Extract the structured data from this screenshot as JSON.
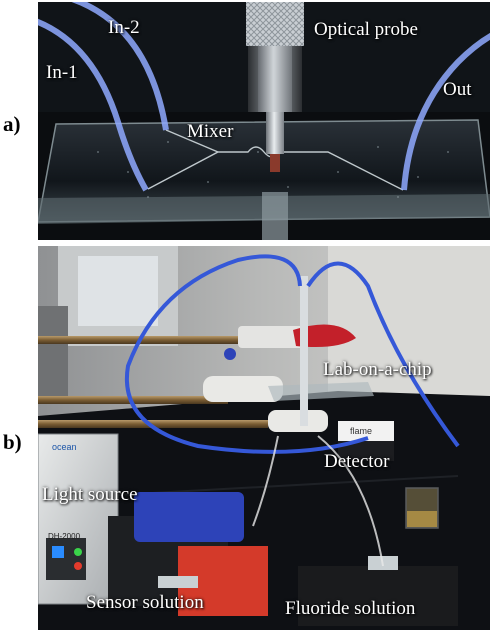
{
  "figure": {
    "panel_a": {
      "letter": "a)",
      "labels": {
        "in1": "In-1",
        "in2": "In-2",
        "probe": "Optical probe",
        "out": "Out",
        "mixer": "Mixer"
      }
    },
    "panel_b": {
      "letter": "b)",
      "labels": {
        "lab_on_chip": "Lab-on-a-chip",
        "detector": "Detector",
        "light_source": "Light source",
        "sensor_solution": "Sensor solution",
        "fluoride_solution": "Fluoride solution"
      },
      "detector_brand": "flame",
      "light_source_brand": "ocean",
      "light_source_model": "DH-2000"
    }
  },
  "colors": {
    "tubing": "#8fa9ff",
    "cable": "#3558d8",
    "background_a": "#0b0d10",
    "table": "#0e1014"
  }
}
